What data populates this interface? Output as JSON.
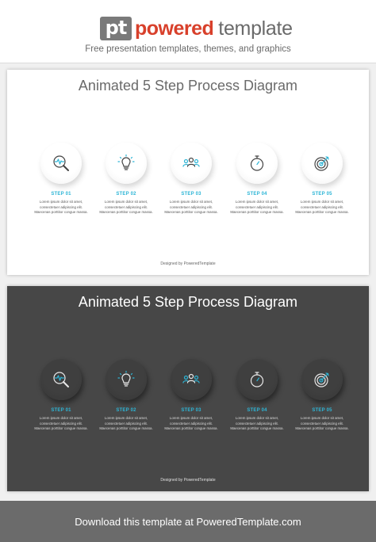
{
  "header": {
    "logo_mark": "pt",
    "logo_main": "powered",
    "logo_sub": "template",
    "tagline": "Free presentation templates, themes, and graphics"
  },
  "slides": [
    {
      "theme": "light",
      "title": "Animated 5 Step Process Diagram",
      "designed_by": "Designed by PoweredTemplate",
      "steps": [
        {
          "label": "STEP 01",
          "icon": "chart-magnifier-icon",
          "lines": [
            "Lorem ipsum dolor sit amet,",
            "consectetuer adipiscing elit.",
            "Maecenas porttitor congue massa."
          ]
        },
        {
          "label": "STEP 02",
          "icon": "lightbulb-icon",
          "lines": [
            "Lorem ipsum dolor sit amet,",
            "consectetuer adipiscing elit.",
            "Maecenas porttitor congue massa."
          ]
        },
        {
          "label": "STEP 03",
          "icon": "team-icon",
          "lines": [
            "Lorem ipsum dolor sit amet,",
            "consectetuer adipiscing elit.",
            "Maecenas porttitor congue massa."
          ]
        },
        {
          "label": "STEP 04",
          "icon": "stopwatch-icon",
          "lines": [
            "Lorem ipsum dolor sit amet,",
            "consectetuer adipiscing elit.",
            "Maecenas porttitor congue massa."
          ]
        },
        {
          "label": "STEP 05",
          "icon": "target-icon",
          "lines": [
            "Lorem ipsum dolor sit amet,",
            "consectetuer adipiscing elit.",
            "Maecenas porttitor congue massa."
          ]
        }
      ]
    },
    {
      "theme": "dark",
      "title": "Animated 5 Step Process Diagram",
      "designed_by": "Designed by PoweredTemplate",
      "steps": [
        {
          "label": "STEP 01",
          "icon": "chart-magnifier-icon",
          "lines": [
            "Lorem ipsum dolor sit amet,",
            "consectetuer adipiscing elit.",
            "Maecenas porttitor congue massa."
          ]
        },
        {
          "label": "STEP 02",
          "icon": "lightbulb-icon",
          "lines": [
            "Lorem ipsum dolor sit amet,",
            "consectetuer adipiscing elit.",
            "Maecenas porttitor congue massa."
          ]
        },
        {
          "label": "STEP 03",
          "icon": "team-icon",
          "lines": [
            "Lorem ipsum dolor sit amet,",
            "consectetuer adipiscing elit.",
            "Maecenas porttitor congue massa."
          ]
        },
        {
          "label": "STEP 04",
          "icon": "stopwatch-icon",
          "lines": [
            "Lorem ipsum dolor sit amet,",
            "consectetuer adipiscing elit.",
            "Maecenas porttitor congue massa."
          ]
        },
        {
          "label": "STEP 05",
          "icon": "target-icon",
          "lines": [
            "Lorem ipsum dolor sit amet,",
            "consectetuer adipiscing elit.",
            "Maecenas porttitor congue massa."
          ]
        }
      ]
    }
  ],
  "footer": {
    "text": "Download this template at PoweredTemplate.com"
  },
  "colors": {
    "brand_red": "#d8402b",
    "accent_cyan": "#2db5d6",
    "dark_slide_bg": "#474747",
    "footer_bg": "#6b6b6b"
  }
}
